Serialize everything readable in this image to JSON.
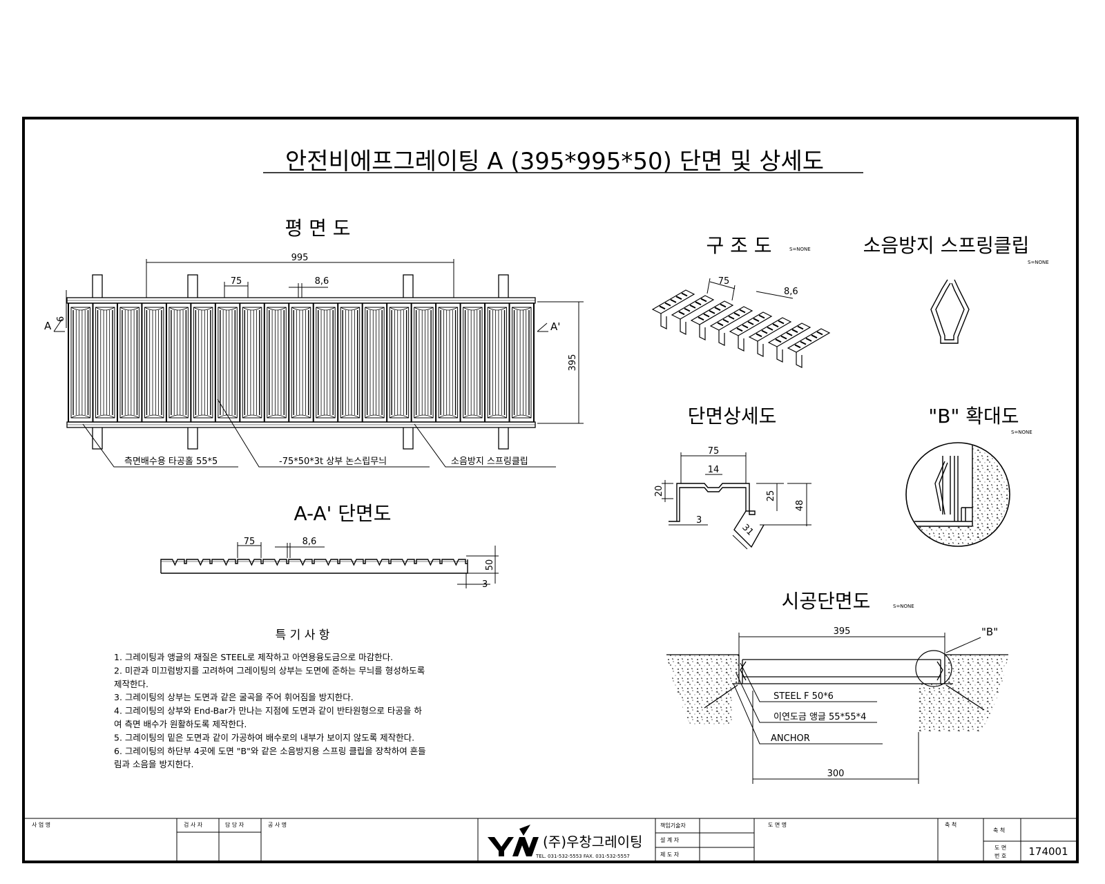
{
  "title": "안전비에프그레이팅 A (395*995*50) 단면 및 상세도",
  "plan": {
    "heading": "평 면 도",
    "dim_length": "995",
    "dim_pitch": "75",
    "dim_bar": "8,6",
    "dim_width": "395",
    "dim_small": "6",
    "section_mark_a": "A",
    "section_mark_a2": "A'",
    "callout_1": "측면배수용 타공홀 55*5",
    "callout_2": "-75*50*3t 상부 논스립무늬",
    "callout_3": "소음방지 스프링클립"
  },
  "section_aa": {
    "heading": "A-A' 단면도",
    "dim_pitch": "75",
    "dim_bar": "8,6",
    "dim_height": "50",
    "dim_thk": "3"
  },
  "structure": {
    "heading": "구 조 도",
    "scale": "S=NONE",
    "dim_pitch": "75",
    "dim_bar": "8,6"
  },
  "clip": {
    "heading": "소음방지 스프링클립",
    "scale": "S=NONE"
  },
  "detail": {
    "heading": "단면상세도",
    "dim_75": "75",
    "dim_14": "14",
    "dim_20": "20",
    "dim_25": "25",
    "dim_48": "48",
    "dim_3": "3",
    "dim_31": "31"
  },
  "enlarge": {
    "heading": "\"B\" 확대도",
    "scale": "S=NONE"
  },
  "install": {
    "heading": "시공단면도",
    "scale": "S=NONE",
    "dim_395": "395",
    "dim_300": "300",
    "mark_b": "\"B\"",
    "label_1": "STEEL F 50*6",
    "label_2": "이연도금 앵글 55*55*4",
    "label_3": "ANCHOR"
  },
  "notes": {
    "heading": "특 기 사 항",
    "lines": [
      "1.  그레이팅과  앵글의  재질은  STEEL로  제작하고  아연용융도금으로  마감한다.",
      "2.  미관과  미끄럼방지를  고려하여  그레이팅의  상부는  도면에  준하는  무늬를  형성하도록",
      "     제작한다.",
      "3.  그레이팅의  상부는  도면과  같은  굴곡을  주어  휘어짐을  방지한다.",
      "4.  그레이팅의  상부와    End-Bar가  만나는  지점에  도면과  같이  반타원형으로  타공을  하",
      "     여  측면  배수가  원활하도록  제작한다.",
      "5.  그레이팅의    밑은  도면과  같이  가공하여  배수로의  내부가  보이지  않도록  제작한다.",
      "6.  그레이팅의  하단부  4곳에  도면  \"B\"와  같은  소음방지용  스프링  클립을  장착하여  흔들",
      "     림과  소음을  방지한다."
    ]
  },
  "titleblock": {
    "cell_1": "사 업 명",
    "cell_2": "검 사 자",
    "cell_3": "담 당 자",
    "cell_4": "공 사 명",
    "company": "(주)우창그레이팅",
    "contact": "TEL. 031-532-5553  FAX. 031-532-5557",
    "cell_5": "책임기술자",
    "cell_6": "설 계 자",
    "cell_7": "제 도 자",
    "cell_8": "도 면 명",
    "cell_9": "축 척",
    "cell_10": "축 척",
    "cell_11": "도 면",
    "cell_12": "번 호",
    "drawing_no": "174001"
  }
}
